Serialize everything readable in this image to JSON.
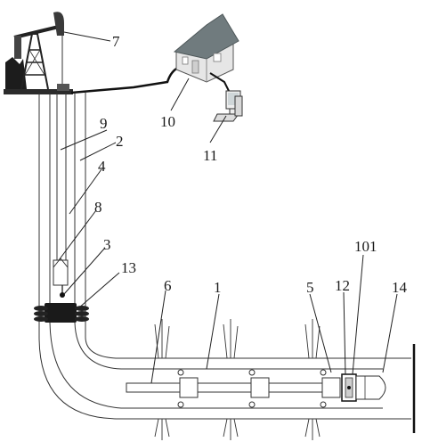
{
  "labels": {
    "l1": "1",
    "l2": "2",
    "l3": "3",
    "l4": "4",
    "l5": "5",
    "l6": "6",
    "l7": "7",
    "l8": "8",
    "l9": "9",
    "l10": "10",
    "l11": "11",
    "l12": "12",
    "l13": "13",
    "l14": "14",
    "l101": "101"
  },
  "colors": {
    "line": "#333333",
    "dark": "#111111",
    "roof": "#6f7a7c",
    "wall": "#e8e8e8"
  }
}
